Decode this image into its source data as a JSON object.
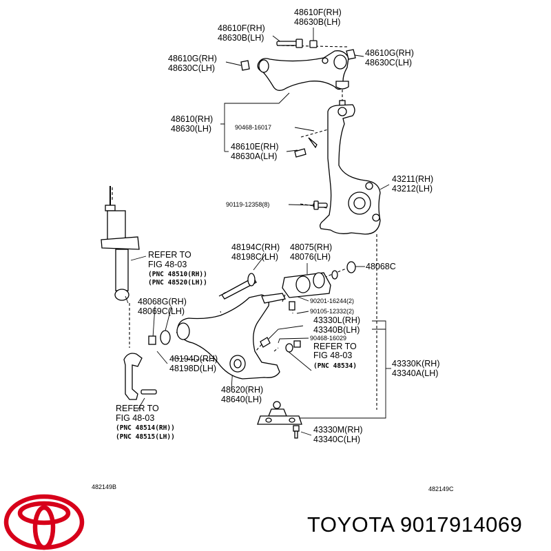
{
  "labels": {
    "p_48610F_48630B": [
      "48610F(RH)",
      "48630B(LH)"
    ],
    "p_48610F_48630B_b": [
      "48610F(RH)",
      "48630B(LH)"
    ],
    "p_48610G_48630C_l": [
      "48610G(RH)",
      "48630C(LH)"
    ],
    "p_48610G_48630C_r": [
      "48610G(RH)",
      "48630C(LH)"
    ],
    "p_48610_48630": [
      "48610(RH)",
      "48630(LH)"
    ],
    "p_90468_16017": "90468-16017",
    "p_48610E_48630A": [
      "48610E(RH)",
      "48630A(LH)"
    ],
    "p_43211_43212": [
      "43211(RH)",
      "43212(LH)"
    ],
    "p_90119_12358": "90119-12358(8)",
    "refer_shock": [
      "REFER TO",
      "FIG 48-03"
    ],
    "pnc_shock": [
      "(PNC 48510(RH))",
      "(PNC 48520(LH))"
    ],
    "p_48194C_48198C": [
      "48194C(RH)",
      "48198C(LH)"
    ],
    "p_48075_48076": [
      "48075(RH)",
      "48076(LH)"
    ],
    "p_48068C": "48068C",
    "p_48068G_48069C": [
      "48068G(RH)",
      "48069C(LH)"
    ],
    "p_90201_16244": "90201-16244(2)",
    "p_90105_12332": "90105-12332(2)",
    "p_43330L_43340B": [
      "43330L(RH)",
      "43340B(LH)"
    ],
    "p_90468_16029": "90468-16029",
    "refer_mid": [
      "REFER TO",
      "FIG 48-03"
    ],
    "pnc_mid": "(PNC 48534)",
    "p_43330K_43340A": [
      "43330K(RH)",
      "43340A(LH)"
    ],
    "p_48194D_48198D": [
      "48194D(RH)",
      "48198D(LH)"
    ],
    "p_48620_48640": [
      "48620(RH)",
      "48640(LH)"
    ],
    "refer_link": [
      "REFER TO",
      "FIG 48-03"
    ],
    "pnc_link": [
      "(PNC 48514(RH))",
      "(PNC 48515(LH))"
    ],
    "p_43330M_43340C": [
      "43330M(RH)",
      "43340C(LH)"
    ],
    "code_left": "482149B",
    "code_right": "482149C"
  },
  "brand": {
    "text": "TOYOTA 9017914069",
    "logo_color": "#d7001a",
    "logo_name": "toyota-logo"
  }
}
